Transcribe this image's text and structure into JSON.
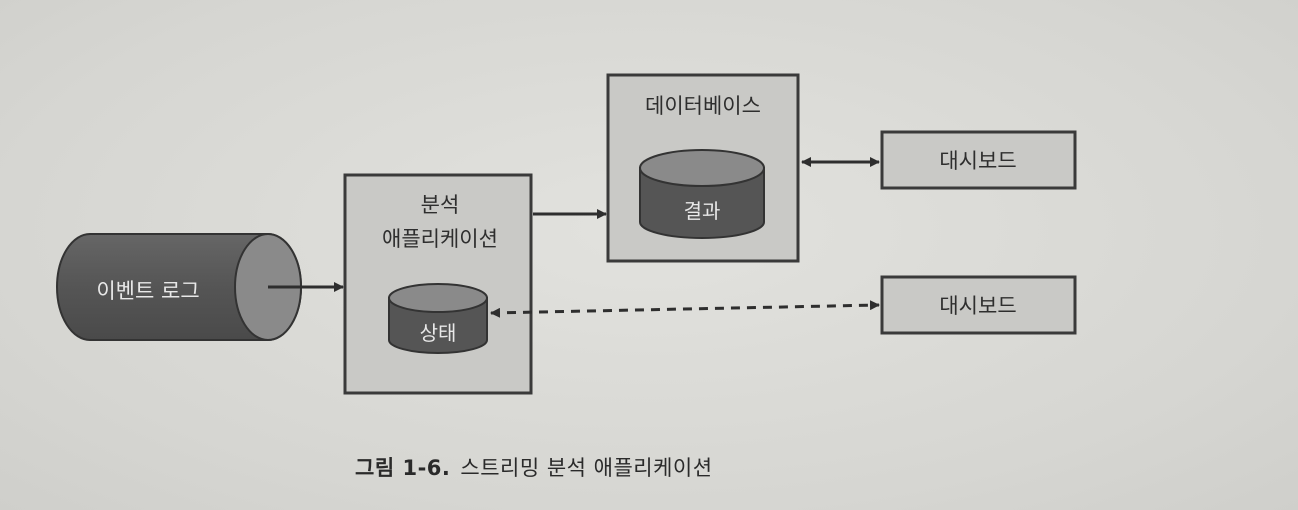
{
  "colors": {
    "box_fill": "#c9c9c6",
    "box_border": "#3a3a3a",
    "cylinder_dark": "#555555",
    "cylinder_light": "#8a8a8a",
    "arrow": "#2e2e2e"
  },
  "nodes": {
    "event_log": {
      "label": "이벤트 로그"
    },
    "analysis_app": {
      "label_line1": "분석",
      "label_line2": "애플리케이션"
    },
    "state_store": {
      "label": "상태"
    },
    "database": {
      "label": "데이터베이스"
    },
    "result_store": {
      "label": "결과"
    },
    "dashboard_top": {
      "label": "대시보드"
    },
    "dashboard_bottom": {
      "label": "대시보드"
    }
  },
  "caption": {
    "number": "그림 1-6.",
    "text": "스트리밍 분석 애플리케이션"
  }
}
